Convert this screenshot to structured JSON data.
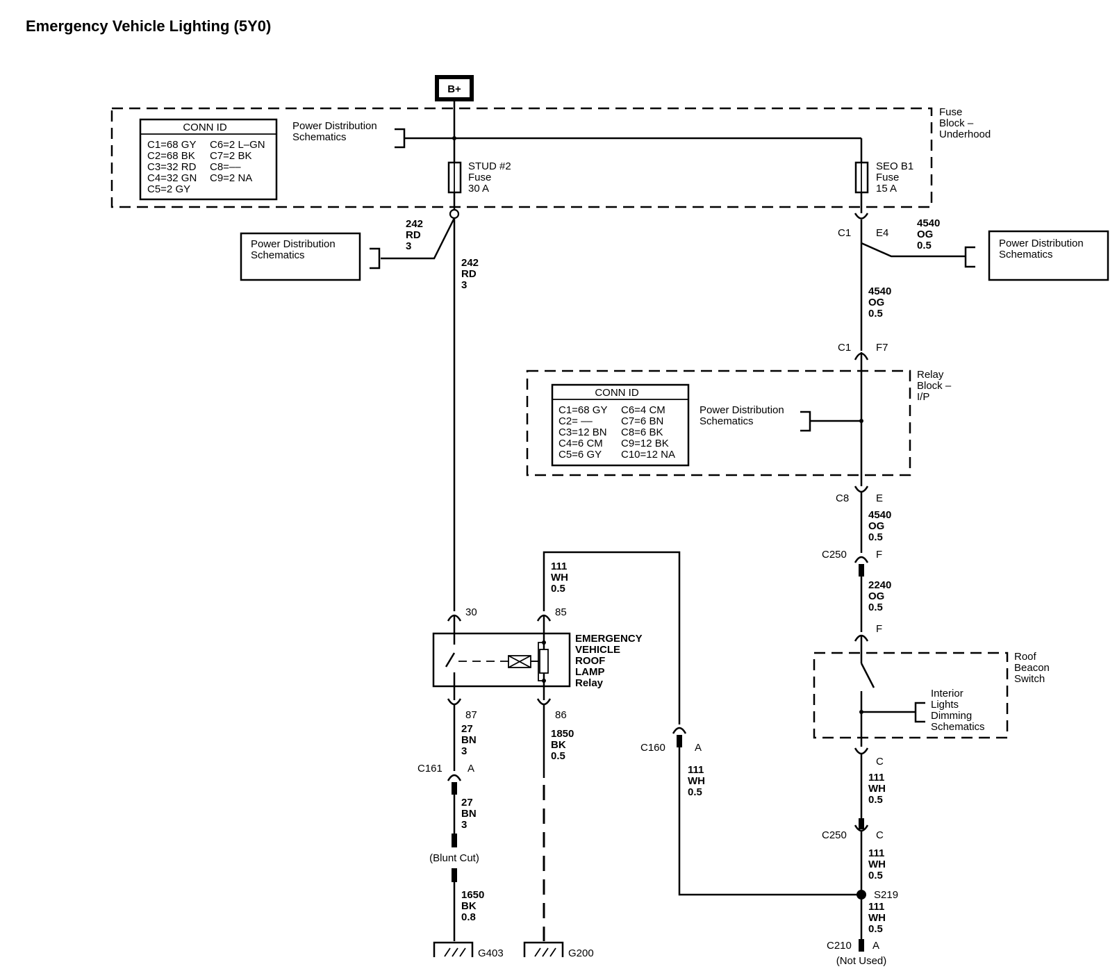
{
  "title": "Emergency Vehicle Lighting (5Y0)",
  "battery": "B+",
  "fuse_block_underhood": {
    "label": [
      "Fuse",
      "Block –",
      "Underhood"
    ],
    "conn_id_title": "CONN ID",
    "conn_id_col1": [
      "C1=68 GY",
      "C2=68 BK",
      "C3=32 RD",
      "C4=32 GN",
      "C5=2 GY"
    ],
    "conn_id_col2": [
      "C6=2 L–GN",
      "C7=2 BK",
      "C8=––",
      "C9=2 NA"
    ],
    "power_dist_ref": [
      "Power Distribution",
      "Schematics"
    ],
    "fuse_stud2": [
      "STUD #2",
      "Fuse",
      "30 A"
    ],
    "fuse_seo_b1": [
      "SEO B1",
      "Fuse",
      "15 A"
    ]
  },
  "relay_block_ip": {
    "label": [
      "Relay",
      "Block –",
      "I/P"
    ],
    "conn_id_title": "CONN ID",
    "conn_id_col1": [
      "C1=68 GY",
      "C2= ––",
      "C3=12 BN",
      "C4=6 CM",
      "C5=6 GY"
    ],
    "conn_id_col2": [
      "C6=4 CM",
      "C7=6 BN",
      "C8=6 BK",
      "C9=12 BK",
      "C10=12 NA"
    ],
    "power_dist_ref": [
      "Power Distribution",
      "Schematics"
    ]
  },
  "left_power_dist_box": [
    "Power Distribution",
    "Schematics"
  ],
  "right_power_dist_box": [
    "Power Distribution",
    "Schematics"
  ],
  "wires": {
    "w242_splice": [
      "242",
      "RD",
      "3"
    ],
    "w242_main": [
      "242",
      "RD",
      "3"
    ],
    "w4540_e4": [
      "4540",
      "OG",
      "0.5"
    ],
    "w4540_mid": [
      "4540",
      "OG",
      "0.5"
    ],
    "w4540_low": [
      "4540",
      "OG",
      "0.5"
    ],
    "w2240": [
      "2240",
      "OG",
      "0.5"
    ],
    "w111_top": [
      "111",
      "WH",
      "0.5"
    ],
    "w111_c160": [
      "111",
      "WH",
      "0.5"
    ],
    "w111_c": [
      "111",
      "WH",
      "0.5"
    ],
    "w111_c250": [
      "111",
      "WH",
      "0.5"
    ],
    "w111_s219": [
      "111",
      "WH",
      "0.5"
    ],
    "w27_a": [
      "27",
      "BN",
      "3"
    ],
    "w27_b": [
      "27",
      "BN",
      "3"
    ],
    "w1850": [
      "1850",
      "BK",
      "0.5"
    ],
    "w1650": [
      "1650",
      "BK",
      "0.8"
    ]
  },
  "connectors": {
    "c1_e4": {
      "conn": "C1",
      "pin": "E4"
    },
    "c1_f7": {
      "conn": "C1",
      "pin": "F7"
    },
    "c8_e": {
      "conn": "C8",
      "pin": "E"
    },
    "c250_f": {
      "conn": "C250",
      "pin": "F"
    },
    "switch_f": {
      "pin": "F"
    },
    "switch_c": {
      "pin": "C"
    },
    "c250_c": {
      "conn": "C250",
      "pin": "C"
    },
    "c210_a": {
      "conn": "C210",
      "pin": "A"
    },
    "c160_a": {
      "conn": "C160",
      "pin": "A"
    },
    "c161_a": {
      "conn": "C161",
      "pin": "A"
    }
  },
  "relay": {
    "label": [
      "EMERGENCY",
      "VEHICLE",
      "ROOF",
      "LAMP",
      "Relay"
    ],
    "pin30": "30",
    "pin85": "85",
    "pin87": "87",
    "pin86": "86"
  },
  "roof_beacon_switch": {
    "label": [
      "Roof",
      "Beacon",
      "Switch"
    ],
    "ref": [
      "Interior",
      "Lights",
      "Dimming",
      "Schematics"
    ]
  },
  "splice": "S219",
  "not_used": "(Not Used)",
  "blunt_cut": "(Blunt Cut)",
  "grounds": {
    "g403": "G403",
    "g200": "G200"
  }
}
